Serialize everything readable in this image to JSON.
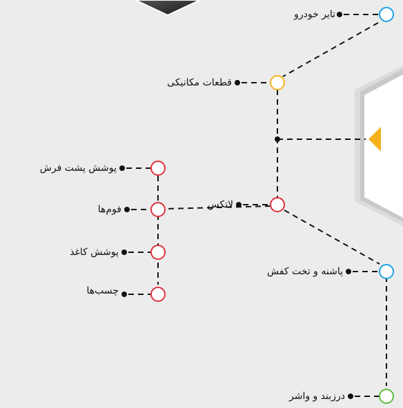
{
  "colors": {
    "blue": "#1aa3e0",
    "yellow": "#f5b21b",
    "red": "#e0313c",
    "green": "#5bbd3c",
    "line": "#111111",
    "pointer": "#f5b21b"
  },
  "nodes": {
    "car_tires": {
      "label": "تایر خودرو",
      "color": "blue"
    },
    "mechanical": {
      "label": "قطعات مکانیکی",
      "color": "yellow"
    },
    "latex": {
      "label": "لاتکس",
      "color": "red"
    },
    "carpet_backing": {
      "label": "پوشش پشت فرش",
      "color": "red"
    },
    "foams": {
      "label": "فوم‌ها",
      "color": "red"
    },
    "paper_coating": {
      "label": "پوشش کاغذ",
      "color": "red"
    },
    "adhesives": {
      "label": "چسب‌ها",
      "color": "red"
    },
    "shoe_soles": {
      "label": "پاشنه و تخت کفش",
      "color": "blue"
    },
    "seals": {
      "label": "درزبند و واشر",
      "color": "green"
    }
  }
}
